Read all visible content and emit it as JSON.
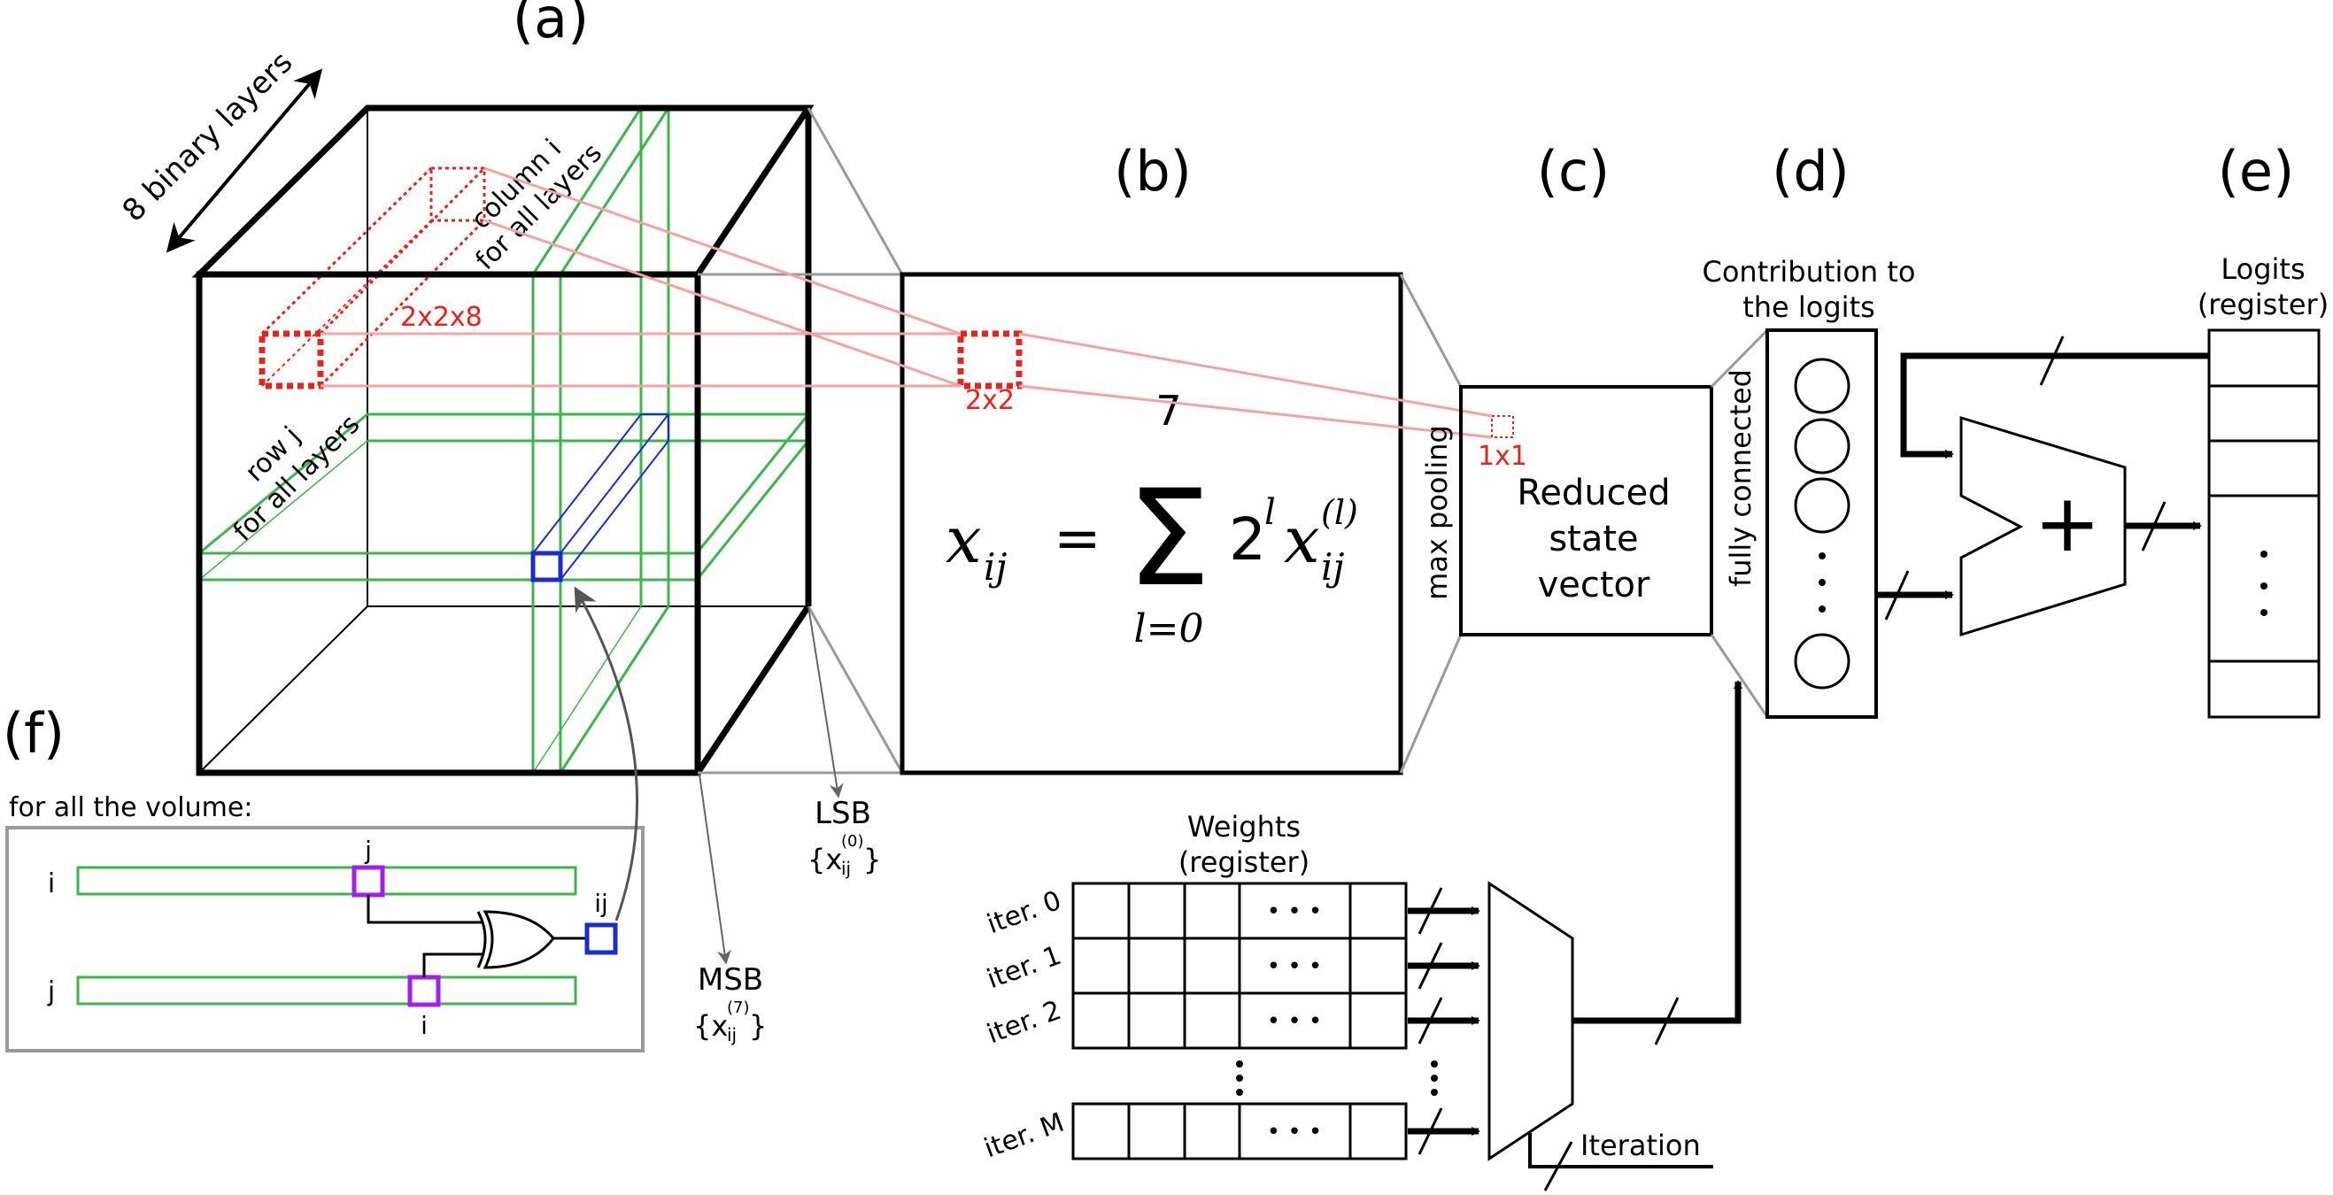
{
  "panels": {
    "a": "(a)",
    "b": "(b)",
    "c": "(c)",
    "d": "(d)",
    "e": "(e)",
    "f": "(f)"
  },
  "cube": {
    "depth_label": "8 binary layers",
    "column_label_1": "column i",
    "column_label_2": "for all layers",
    "row_label_1": "row j",
    "row_label_2": "for all layers",
    "block_label": "2x2x8",
    "lsb_label": "LSB",
    "lsb_var": "{x",
    "lsb_sup": "(0)",
    "lsb_sub": "ij",
    "lsb_close": "}",
    "msb_label": "MSB",
    "msb_var": "{x",
    "msb_sup": "(7)",
    "msb_sub": "ij",
    "msb_close": "}"
  },
  "formula": {
    "lhs": "x",
    "lhs_sub": "ij",
    "eq": "=",
    "upper": "7",
    "lower": "l=0",
    "sigma": "Σ",
    "base": "2",
    "exp": "l",
    "var": "x",
    "var_sub": "ij",
    "var_sup": "(l)",
    "pool_label": "2x2"
  },
  "pooling": {
    "side_label": "max pooling",
    "box_lines": [
      "Reduced",
      "state",
      "vector"
    ],
    "pool_out_label": "1x1"
  },
  "contribution": {
    "title_1": "Contribution to",
    "title_2": "the logits",
    "side_label": "fully connected",
    "dots": "⋮"
  },
  "logits": {
    "title_1": "Logits",
    "title_2": "(register)",
    "dots": "⋮",
    "adder_symbol": "+"
  },
  "weights": {
    "title_1": "Weights",
    "title_2": "(register)",
    "rows": [
      "iter. 0",
      "iter. 1",
      "iter. 2",
      "iter. M"
    ],
    "cell_dots": "• • •",
    "vdots": "⋮",
    "iteration_label": "Iteration"
  },
  "xor_panel": {
    "title": "for all the volume:",
    "row_i": "i",
    "row_j": "j",
    "mark_j": "j",
    "mark_i": "i",
    "out_label": "ij"
  },
  "colors": {
    "black": "#000000",
    "red": "#e8231c",
    "pink": "#f4a3a0",
    "green": "#3cb54a",
    "blue": "#1b2ccf",
    "purple": "#a020f0",
    "gray": "#9a9a9a",
    "darkgray": "#555555"
  }
}
